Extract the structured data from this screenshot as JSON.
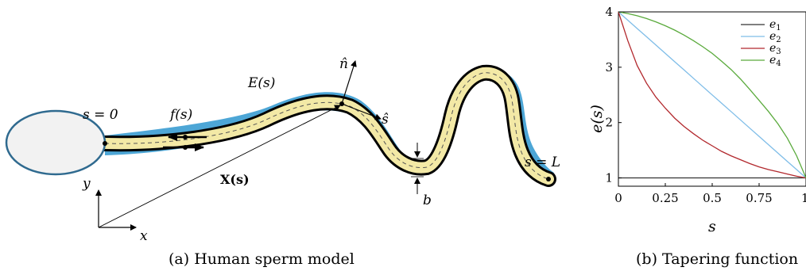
{
  "panel_a": {
    "caption": "(a) Human sperm model",
    "labels": {
      "s0": "s = 0",
      "fs": "f(s)",
      "Es": "E(s)",
      "nhat": "n̂",
      "shat": "ŝ",
      "Xs": "X(s)",
      "sL": "s = L",
      "b": "b",
      "y": "y",
      "x": "x"
    },
    "colors": {
      "head_fill": "#f2f2f2",
      "head_stroke": "#2f6a8f",
      "sheath": "#4da6d6",
      "core": "#f3e9a6"
    }
  },
  "panel_b": {
    "caption": "(b) Tapering function",
    "chart_data": {
      "type": "line",
      "title": "",
      "xlabel": "s",
      "ylabel": "e(s)",
      "xlim": [
        0,
        1
      ],
      "ylim": [
        0.85,
        4
      ],
      "xticks": [
        0,
        0.25,
        0.5,
        0.75,
        1
      ],
      "xtick_labels": [
        "0",
        "0.25",
        "0.5",
        "0.75",
        "1"
      ],
      "yticks": [
        1,
        2,
        3,
        4
      ],
      "ytick_labels": [
        "1",
        "2",
        "3",
        "4"
      ],
      "legend_position": "top-right",
      "x": [
        0,
        0.05,
        0.1,
        0.15,
        0.2,
        0.25,
        0.3,
        0.35,
        0.4,
        0.45,
        0.5,
        0.55,
        0.6,
        0.65,
        0.7,
        0.75,
        0.8,
        0.85,
        0.9,
        0.95,
        1
      ],
      "series": [
        {
          "name": "e1",
          "sub": "1",
          "color": "#333333",
          "values": [
            1,
            1,
            1,
            1,
            1,
            1,
            1,
            1,
            1,
            1,
            1,
            1,
            1,
            1,
            1,
            1,
            1,
            1,
            1,
            1,
            1
          ]
        },
        {
          "name": "e2",
          "sub": "2",
          "color": "#7fbde8",
          "values": [
            4,
            3.85,
            3.7,
            3.55,
            3.4,
            3.25,
            3.1,
            2.95,
            2.8,
            2.65,
            2.5,
            2.35,
            2.2,
            2.05,
            1.9,
            1.75,
            1.6,
            1.45,
            1.3,
            1.15,
            1
          ]
        },
        {
          "name": "e3",
          "sub": "3",
          "color": "#b2282d",
          "values": [
            4,
            3.48,
            3.03,
            2.71,
            2.46,
            2.26,
            2.08,
            1.93,
            1.8,
            1.68,
            1.58,
            1.48,
            1.4,
            1.33,
            1.26,
            1.2,
            1.15,
            1.11,
            1.07,
            1.03,
            1
          ]
        },
        {
          "name": "e4",
          "sub": "4",
          "color": "#5aaa3c",
          "values": [
            4,
            3.97,
            3.93,
            3.88,
            3.82,
            3.75,
            3.67,
            3.58,
            3.48,
            3.37,
            3.25,
            3.11,
            2.96,
            2.79,
            2.6,
            2.4,
            2.2,
            1.98,
            1.72,
            1.4,
            1
          ]
        }
      ]
    }
  }
}
